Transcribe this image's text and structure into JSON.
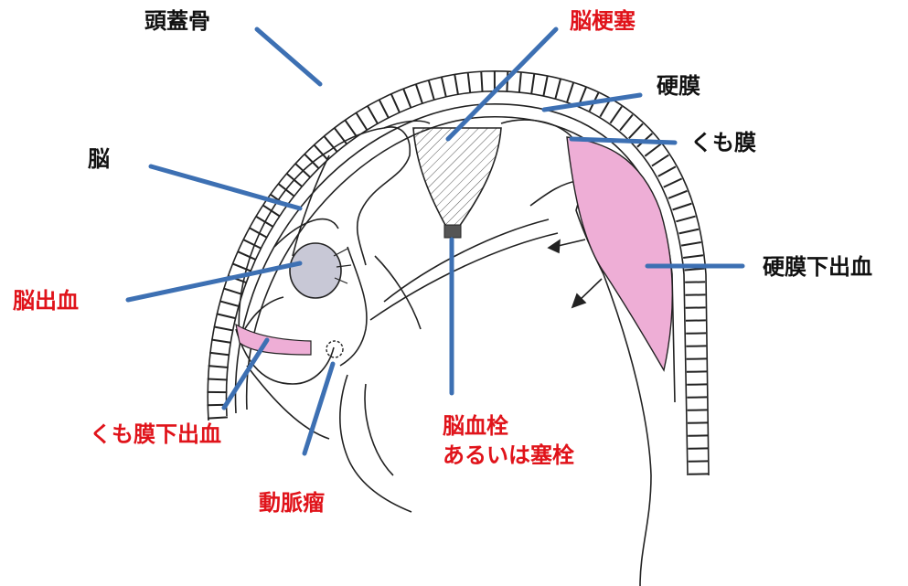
{
  "labels": {
    "skull": "頭蓋骨",
    "infarction": "脳梗塞",
    "dura": "硬膜",
    "arachnoid": "くも膜",
    "brain": "脳",
    "subdural_hemorrhage": "硬膜下出血",
    "cerebral_hemorrhage": "脳出血",
    "subarachnoid_hemorrhage": "くも膜下出血",
    "aneurysm": "動脈瘤",
    "thrombus_line1": "脳血栓",
    "thrombus_line2": "あるいは塞栓"
  },
  "colors": {
    "leader_line": "#3d70b3",
    "red_label": "#e0131a",
    "black_label": "#111111",
    "hemorrhage_pink": "#eeaed6",
    "hematoma_gray": "#c8c8d6"
  }
}
